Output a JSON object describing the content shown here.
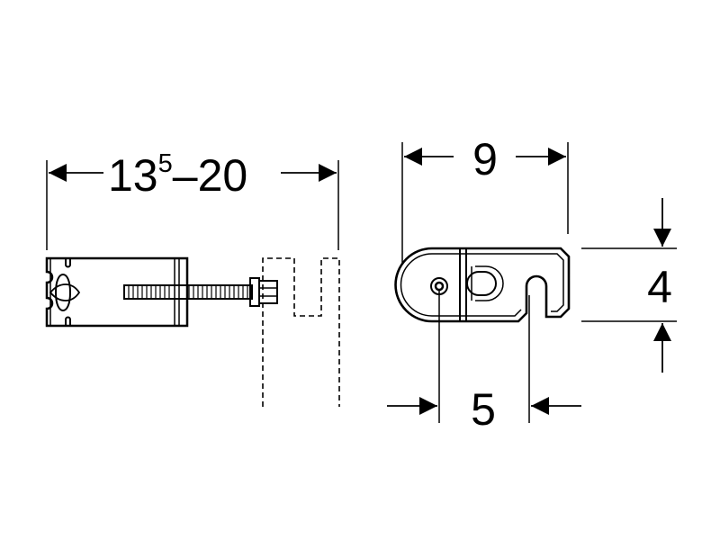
{
  "dimensions": {
    "clamp_range": {
      "base": "13",
      "superscript": "5",
      "suffix": "–20"
    },
    "bracket_width": "9",
    "slot_offset": "5",
    "bracket_height": "4"
  },
  "colors": {
    "line": "#000000",
    "background": "#ffffff"
  }
}
